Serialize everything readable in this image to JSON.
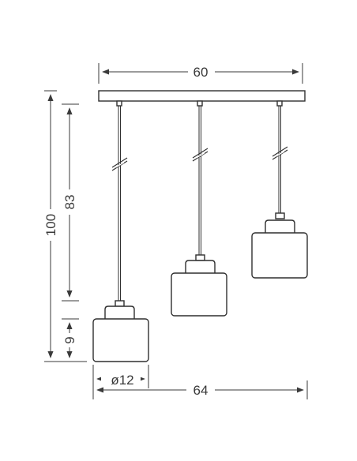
{
  "dimensions": {
    "canopy_width": "60",
    "total_width": "64",
    "total_height": "100",
    "cable_height": "83",
    "shade_height": "9",
    "shade_diameter": "ø12"
  },
  "colors": {
    "line": "#2f2f2f",
    "dimension_line": "#3a3a3a",
    "background": "#ffffff"
  }
}
